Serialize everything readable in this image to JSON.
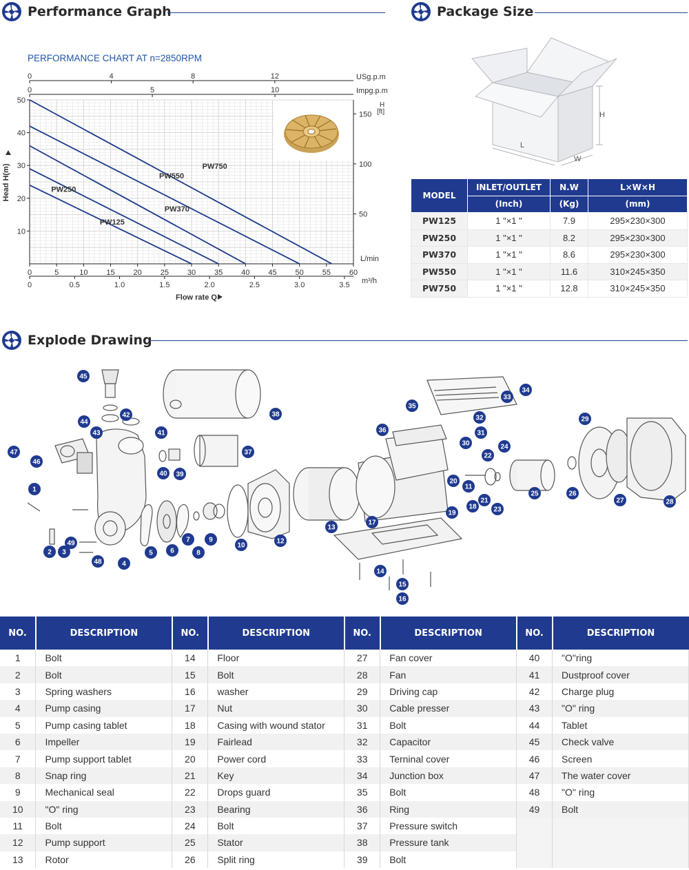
{
  "sections": {
    "performance": "Performance Graph",
    "package": "Package Size",
    "explode": "Explode Drawing"
  },
  "chart_data": {
    "type": "line",
    "title": "PERFORMANCE CHART AT n=2850RPM",
    "xlabel": "Flow rate Q",
    "ylabel": "Head H(m)",
    "x_unit": "L/min",
    "x_ticks": [
      "0",
      "5",
      "10",
      "15",
      "20",
      "25",
      "30",
      "35",
      "40",
      "45",
      "50",
      "55",
      "60"
    ],
    "m3h_unit": "m³/h",
    "m3h_ticks": [
      "0",
      "0.5",
      "1.0",
      "1.5",
      "2.0",
      "2.5",
      "3.0",
      "3.5"
    ],
    "usgpm_unit": "USg.p.m",
    "usgpm_ticks": [
      "0",
      "4",
      "8",
      "12"
    ],
    "impgpm_unit": "Impg.p.m",
    "impgpm_ticks": [
      "0",
      "5",
      "10"
    ],
    "y_ticks": [
      "10",
      "20",
      "30",
      "40",
      "50"
    ],
    "ft_unit": "H\n[ft]",
    "ft_label_top": "H",
    "ft_label_bottom": "[ft]",
    "ft_ticks": [
      "50",
      "100",
      "150"
    ],
    "xlim": [
      0,
      60
    ],
    "ylim": [
      0,
      50
    ],
    "grid": true,
    "series": [
      {
        "name": "PW125",
        "x": [
          0,
          30
        ],
        "y": [
          24,
          0
        ]
      },
      {
        "name": "PW250",
        "x": [
          0,
          35
        ],
        "y": [
          29,
          0
        ]
      },
      {
        "name": "PW370",
        "x": [
          0,
          40
        ],
        "y": [
          36,
          0
        ]
      },
      {
        "name": "PW550",
        "x": [
          0,
          50
        ],
        "y": [
          42,
          0
        ]
      },
      {
        "name": "PW750",
        "x": [
          0,
          56
        ],
        "y": [
          50,
          0
        ]
      }
    ]
  },
  "package": {
    "headers": {
      "model": "MODEL",
      "inlet": "INLET/OUTLET",
      "inlet_unit": "(Inch)",
      "nw": "N.W",
      "nw_unit": "(Kg)",
      "dims": "L×W×H",
      "dims_unit": "(mm)"
    },
    "box_labels": {
      "h": "H",
      "l": "L",
      "w": "W"
    },
    "rows": [
      {
        "model": "PW125",
        "inlet": "1 \"×1 \"",
        "nw": "7.9",
        "dims": "295×230×300"
      },
      {
        "model": "PW250",
        "inlet": "1 \"×1 \"",
        "nw": "8.2",
        "dims": "295×230×300"
      },
      {
        "model": "PW370",
        "inlet": "1 \"×1 \"",
        "nw": "8.6",
        "dims": "295×230×300"
      },
      {
        "model": "PW550",
        "inlet": "1 \"×1 \"",
        "nw": "11.6",
        "dims": "310×245×350"
      },
      {
        "model": "PW750",
        "inlet": "1 \"×1 \"",
        "nw": "12.8",
        "dims": "310×245×350"
      }
    ]
  },
  "explode": {
    "callouts": [
      "1",
      "2",
      "3",
      "4",
      "5",
      "6",
      "7",
      "8",
      "9",
      "10",
      "11",
      "12",
      "13",
      "14",
      "15",
      "16",
      "17",
      "18",
      "19",
      "20",
      "21",
      "22",
      "23",
      "24",
      "25",
      "26",
      "27",
      "28",
      "29",
      "30",
      "31",
      "32",
      "33",
      "34",
      "35",
      "36",
      "37",
      "38",
      "39",
      "40",
      "41",
      "42",
      "43",
      "44",
      "45",
      "46",
      "47",
      "48",
      "49"
    ]
  },
  "parts": {
    "header_no": "NO.",
    "header_desc": "DESCRIPTION",
    "rows": [
      [
        [
          "1",
          "Bolt"
        ],
        [
          "14",
          "Floor"
        ],
        [
          "27",
          "Fan cover"
        ],
        [
          "40",
          "\"O\"ring"
        ]
      ],
      [
        [
          "2",
          "Bolt"
        ],
        [
          "15",
          "Bolt"
        ],
        [
          "28",
          "Fan"
        ],
        [
          "41",
          "Dustproof cover"
        ]
      ],
      [
        [
          "3",
          "Spring washers"
        ],
        [
          "16",
          "washer"
        ],
        [
          "29",
          "Driving cap"
        ],
        [
          "42",
          "Charge plug"
        ]
      ],
      [
        [
          "4",
          "Pump casing"
        ],
        [
          "17",
          "Nut"
        ],
        [
          "30",
          "Cable presser"
        ],
        [
          "43",
          "\"O\" ring"
        ]
      ],
      [
        [
          "5",
          "Pump casing tablet"
        ],
        [
          "18",
          "Casing with wound stator"
        ],
        [
          "31",
          "Bolt"
        ],
        [
          "44",
          "Tablet"
        ]
      ],
      [
        [
          "6",
          "Impeller"
        ],
        [
          "19",
          "Fairlead"
        ],
        [
          "32",
          "Capacitor"
        ],
        [
          "45",
          "Check valve"
        ]
      ],
      [
        [
          "7",
          "Pump support tablet"
        ],
        [
          "20",
          "Power cord"
        ],
        [
          "33",
          "Terninal cover"
        ],
        [
          "46",
          "Screen"
        ]
      ],
      [
        [
          "8",
          "Snap ring"
        ],
        [
          "21",
          "Key"
        ],
        [
          "34",
          "Junction box"
        ],
        [
          "47",
          "The water cover"
        ]
      ],
      [
        [
          "9",
          "Mechanical seal"
        ],
        [
          "22",
          "Drops guard"
        ],
        [
          "35",
          "Bolt"
        ],
        [
          "48",
          "\"O\" ring"
        ]
      ],
      [
        [
          "10",
          "\"O\" ring"
        ],
        [
          "23",
          "Bearing"
        ],
        [
          "36",
          "Ring"
        ],
        [
          "49",
          "Bolt"
        ]
      ],
      [
        [
          "11",
          "Bolt"
        ],
        [
          "24",
          "Bolt"
        ],
        [
          "37",
          "Pressure switch"
        ],
        [
          "",
          ""
        ]
      ],
      [
        [
          "12",
          "Pump support"
        ],
        [
          "25",
          "Stator"
        ],
        [
          "38",
          "Pressure tank"
        ],
        [
          "",
          ""
        ]
      ],
      [
        [
          "13",
          "Rotor"
        ],
        [
          "26",
          "Split ring"
        ],
        [
          "39",
          "Bolt"
        ],
        [
          "",
          ""
        ]
      ]
    ]
  },
  "colors": {
    "accent": "#1f3a8f",
    "chart_line": "#1a3a8a",
    "subtitle": "#1f55a8"
  }
}
